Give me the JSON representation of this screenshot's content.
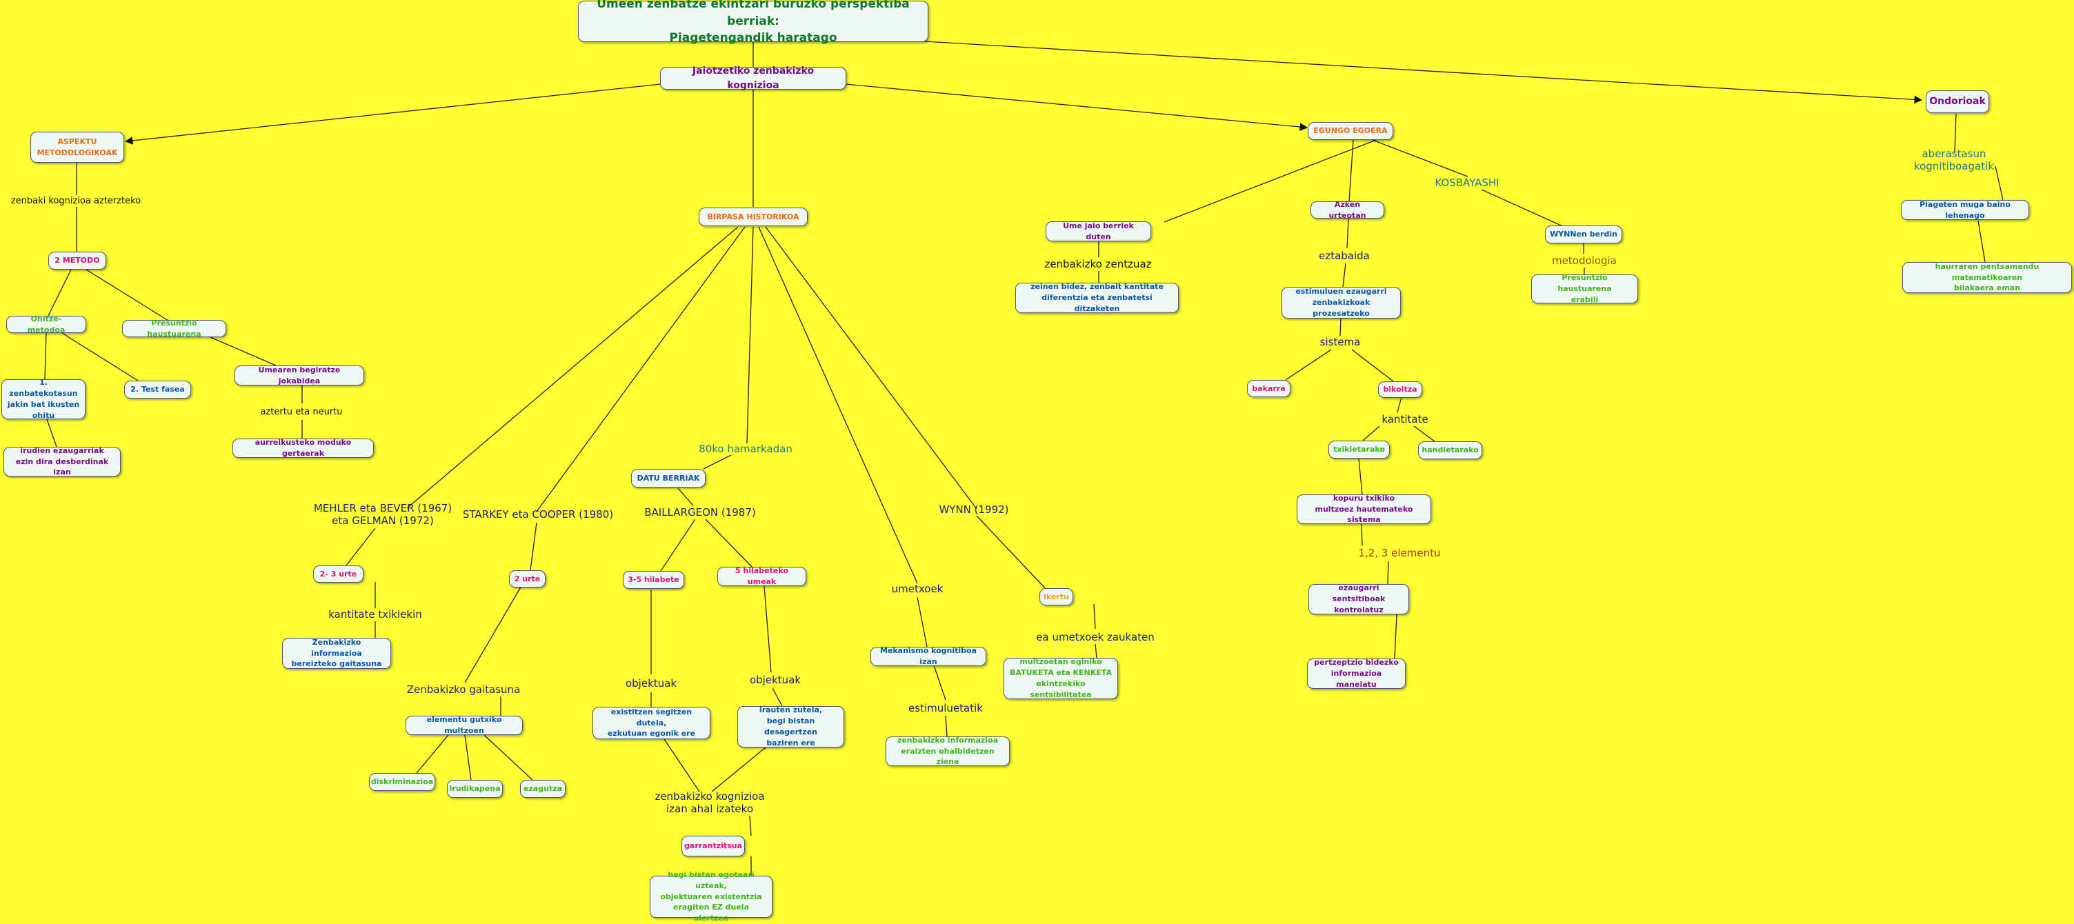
{
  "colors": {
    "background": "#ffff33",
    "node_fill": "#eef7f2",
    "node_border": "#4a5a70",
    "edge": "#222222"
  },
  "nodes": {
    "title": "Umeen zenbatze ekintzari buruzko perspektiba berriak:\nPiagetengandik haratago",
    "jaiotzetiko": "Jaiotzetiko zenbakizko kognizioa",
    "ondorioak": "Ondorioak",
    "aspektu": "ASPEKTU\nMETODOLOGIKOAK",
    "birpasa": "BIRPASA HISTORIKOA",
    "egungo": "EGUNGO EGOERA",
    "metodo2": "2 METODO",
    "ohitze": "Ohitze- metodoa",
    "presuntzio": "Presuntzio haustuarena",
    "zenbatekotasun": "1. zenbatekotasun\njakin bat ikusten\nohitu",
    "testfasea": "2. Test fasea",
    "umearen": "Umearen begiratze jokabidea",
    "irudien": "irudien ezaugarriak\nezin dira desberdinak izan",
    "aurreikusteko": "aurreikusteko moduko gertaerak",
    "ume_jaio": "Ume jaio berriek duten",
    "zeinen": "zeinen bidez, zenbait kantitate\ndiferentzia eta zenbatetsi ditzaketen",
    "azken": "Azken urteotan",
    "estimuluen": "estimuluen ezaugarri\nzenbakizkoak prozesatzeko",
    "bakarra": "bakarra",
    "bikoitza": "bikoitza",
    "txikietarako": "txikietarako",
    "handietarako": "handietarako",
    "kopuru": "kopuru txikiko\nmultzoez hautemateko sistema",
    "ezaugarri_sent": "ezaugarri sentsitiboak\nkontrolatuz",
    "pertzeptzio": "pertzeptzio bidezko\ninformazioa maneiatu",
    "wynnen": "WYNNen berdin",
    "presuntzio_erabili": "Presuntzio haustuarena\nerabili",
    "piageten": "Piageten muga baino lehenago",
    "haurraren": "haurraren pentsamendu matematikoaren\nbilakaera eman",
    "datu_berriak": "DATU BERRIAK",
    "urte_2_3": "2- 3 urte",
    "zenbakizko_info": "Zenbakizko informazioa\nbereizteko gaitasuna",
    "urte_2": "2 urte",
    "elementu": "elementu gutxiko multzoen",
    "diskriminazioa": "diskriminazioa",
    "irudikapena": "irudikapena",
    "ezagutza": "ezagutza",
    "hilabete_3_5": "3-5 hilabete",
    "hilabete_5": "5 hilabeteko umeak",
    "existitzen": "existitzen segitzen dutela,\nezkutuan egonik ere",
    "irauten": "irauten zutela,\nbegi bistan desagertzen\nbaziren ere",
    "garrantzitsua": "garrantzitsua",
    "begi_bistan": "begi bistan egoteari uzteak,\nobjektuaren existentzia\neragiten EZ duela ulertzea",
    "mekanismo": "Mekanismo kognitiboa izan",
    "zenbakizko_info2": "zenbakizko informazioa\neraizten ohalbidetzen ziena",
    "ikertu": "ikertu",
    "multzoetan": "multzoetan eginiko\nBATUKETA eta KENKETA\nekintzekiko sentsibilitatea"
  },
  "labels": {
    "zenbaki_kognizioa": "zenbaki kognizioa azterzteko",
    "aztertu": "aztertu eta neurtu",
    "zentzuaz": "zenbakizko zentzuaz",
    "eztabaida": "eztabaida",
    "sistema": "sistema",
    "kantitate": "kantitate",
    "elementu_123": "1,2, 3 elementu",
    "kosbayashi": "KOSBAYASHI",
    "metodologia": "metodologia",
    "aberastasun": "aberastasun kognitiboagatik",
    "hamarkada": "80ko hamarkadan",
    "mehler": "MEHLER eta BEVER (1967)\neta GELMAN (1972)",
    "starkey": "STARKEY eta COOPER (1980)",
    "baillargeon": "BAILLARGEON (1987)",
    "wynn": "WYNN (1992)",
    "kantitate_txikiekin": "kantitate txikiekin",
    "gaitasuna": "Zenbakizko gaitasuna",
    "objektuak1": "objektuak",
    "objektuak2": "objektuak",
    "kognizioa_izan": "zenbakizko kognizioa\nizan ahal izateko",
    "umetxoek": "umetxoek",
    "estimuluetatik": "estimuluetatik",
    "ea_umetxoek": "ea umetxoek zaukaten"
  }
}
